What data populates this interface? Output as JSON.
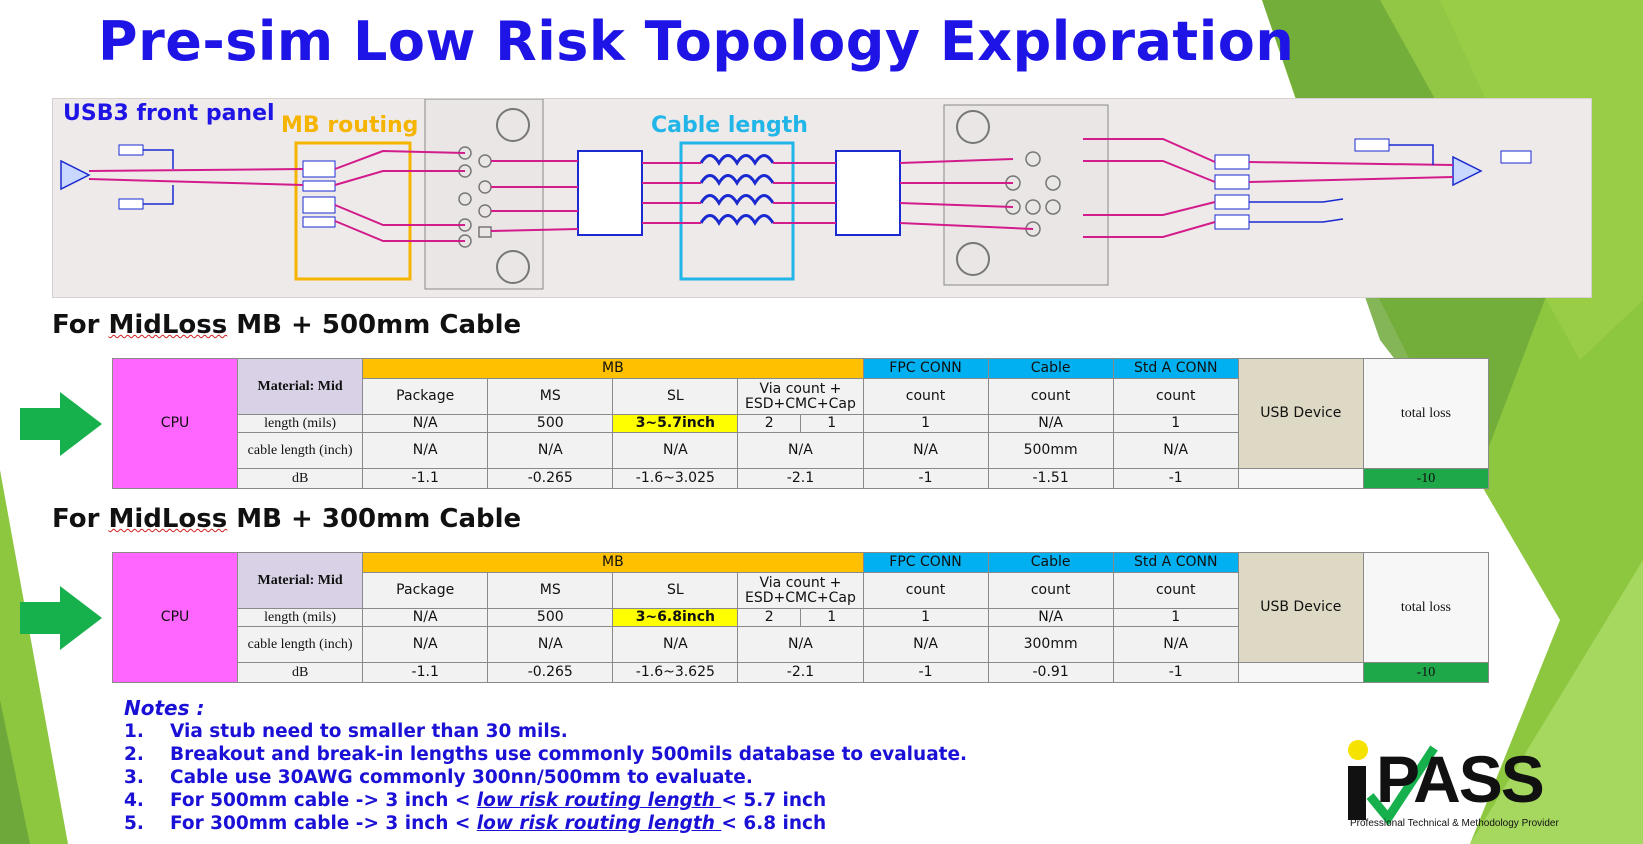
{
  "title": "Pre-sim Low Risk Topology Exploration",
  "schematic": {
    "panel_label": "USB3 front panel",
    "mb_routing_label": "MB routing",
    "cable_length_label": "Cable length"
  },
  "tables": [
    {
      "heading_prefix": "For ",
      "heading_underlined": "MidLoss",
      "heading_suffix": " MB + 500mm Cable",
      "cpu": "CPU",
      "material": "Material: Mid",
      "group_mb": "MB",
      "group_fpc": "FPC CONN",
      "group_cable": "Cable",
      "group_stda": "Std A CONN",
      "usb_device": "USB Device",
      "total_loss": "total loss",
      "col_package": "Package",
      "col_ms": "MS",
      "col_sl": "SL",
      "col_via_1": "Via count +",
      "col_via_2": "ESD+CMC+Cap",
      "col_fpc": "count",
      "col_cable": "count",
      "col_stda": "count",
      "row_length": {
        "label": "length (mils)",
        "package": "N/A",
        "ms": "500",
        "sl": "3~5.7inch",
        "via_a": "2",
        "via_b": "1",
        "fpc": "1",
        "cable": "N/A",
        "stda": "1"
      },
      "row_cable": {
        "label": "cable length (inch)",
        "package": "N/A",
        "ms": "N/A",
        "sl": "N/A",
        "via": "N/A",
        "fpc": "N/A",
        "cable": "500mm",
        "stda": "N/A"
      },
      "row_db": {
        "label": "dB",
        "package": "-1.1",
        "ms": "-0.265",
        "sl": "-1.6~3.025",
        "via": "-2.1",
        "fpc": "-1",
        "cable": "-1.51",
        "stda": "-1",
        "total": "-10"
      }
    },
    {
      "heading_prefix": "For ",
      "heading_underlined": "MidLoss",
      "heading_suffix": " MB + 300mm Cable",
      "cpu": "CPU",
      "material": "Material: Mid",
      "group_mb": "MB",
      "group_fpc": "FPC CONN",
      "group_cable": "Cable",
      "group_stda": "Std A CONN",
      "usb_device": "USB Device",
      "total_loss": "total loss",
      "col_package": "Package",
      "col_ms": "MS",
      "col_sl": "SL",
      "col_via_1": "Via count +",
      "col_via_2": "ESD+CMC+Cap",
      "col_fpc": "count",
      "col_cable": "count",
      "col_stda": "count",
      "row_length": {
        "label": "length (mils)",
        "package": "N/A",
        "ms": "500",
        "sl": "3~6.8inch",
        "via_a": "2",
        "via_b": "1",
        "fpc": "1",
        "cable": "N/A",
        "stda": "1"
      },
      "row_cable": {
        "label": "cable length (inch)",
        "package": "N/A",
        "ms": "N/A",
        "sl": "N/A",
        "via": "N/A",
        "fpc": "N/A",
        "cable": "300mm",
        "stda": "N/A"
      },
      "row_db": {
        "label": "dB",
        "package": "-1.1",
        "ms": "-0.265",
        "sl": "-1.6~3.625",
        "via": "-2.1",
        "fpc": "-1",
        "cable": "-0.91",
        "stda": "-1",
        "total": "-10"
      }
    }
  ],
  "notes": {
    "title": "Notes :",
    "items": [
      {
        "num": "1.",
        "text": "Via stub need to smaller than 30 mils."
      },
      {
        "num": "2.",
        "text": "Breakout and break-in lengths use commonly 500mils database to evaluate."
      },
      {
        "num": "3.",
        "text": "Cable use 30AWG commonly 300nn/500mm to evaluate."
      },
      {
        "num": "4.",
        "pre": "For 500mm cable -> 3 inch < ",
        "emph": "low risk routing length ",
        "post": "< 5.7 inch"
      },
      {
        "num": "5.",
        "pre": "For 300mm cable -> 3 inch < ",
        "emph": "low risk routing length ",
        "post": "< 6.8 inch"
      }
    ]
  },
  "logo": {
    "wordmark": "PASS",
    "tagline": "Professional Technical & Methodology Provider"
  },
  "colors": {
    "title": "#1f14e6",
    "cpu": "#ff66ff",
    "mb": "#ffc000",
    "conn": "#00b0f0",
    "highlight": "#ffff00",
    "total": "#1fa84a",
    "arrow": "#16b04c",
    "notes": "#1a10d6",
    "mb_box": "#f5b400",
    "cable_box": "#22b5e8"
  }
}
